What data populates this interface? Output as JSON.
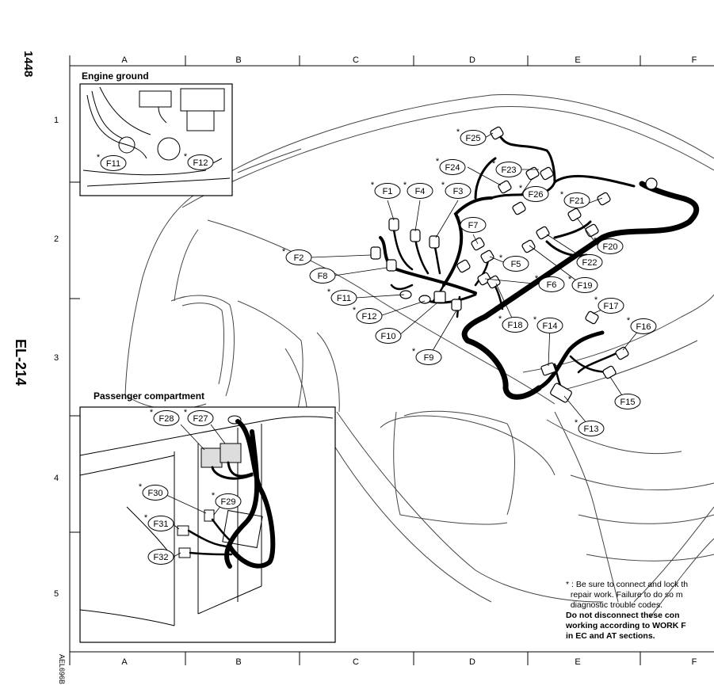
{
  "page_number": "1448",
  "section_code": "EL-214",
  "figure_code": "AEL696B",
  "grid": {
    "columns": [
      "A",
      "B",
      "C",
      "D",
      "E",
      "F"
    ],
    "rows": [
      "1",
      "2",
      "3",
      "4",
      "5"
    ]
  },
  "insets": {
    "engine_ground": {
      "title": "Engine ground",
      "connectors": [
        "F11",
        "F12"
      ]
    },
    "passenger_compartment": {
      "title": "Passenger compartment",
      "connectors": [
        "F28",
        "F27",
        "F30",
        "F29",
        "F31",
        "F32"
      ]
    }
  },
  "connectors": [
    "F25",
    "F24",
    "F23",
    "F26",
    "F1",
    "F4",
    "F3",
    "F21",
    "F7",
    "F20",
    "F2",
    "F22",
    "F5",
    "F8",
    "F6",
    "F19",
    "F11",
    "F12",
    "F10",
    "F17",
    "F18",
    "F14",
    "F16",
    "F9",
    "F15",
    "F13"
  ],
  "asterisk_marked": [
    "F25",
    "F24",
    "F23",
    "F26",
    "F1",
    "F4",
    "F3",
    "F21",
    "F7",
    "F20",
    "F2",
    "F22",
    "F5",
    "F6",
    "F19",
    "F11",
    "F12",
    "F17",
    "F18",
    "F14",
    "F16",
    "F9",
    "F13",
    "F28",
    "F27",
    "F30",
    "F29",
    "F31"
  ],
  "note": {
    "line1": "* : Be sure to connect and lock th",
    "line2": "repair work. Failure to do so m",
    "line3": "diagnostic trouble codes.",
    "line4": "Do not disconnect these con",
    "line5": "working according to WORK F",
    "line6": "in EC and AT sections."
  }
}
